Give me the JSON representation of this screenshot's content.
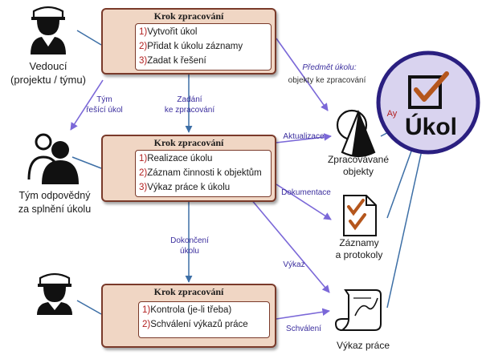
{
  "step_title": "Krok zpracování",
  "steps": [
    {
      "items": [
        {
          "num": "1)",
          "text": "Vytvořit úkol"
        },
        {
          "num": "2)",
          "text": "Přidat k úkolu záznamy"
        },
        {
          "num": "3)",
          "text": "Zadat k řešení"
        }
      ]
    },
    {
      "items": [
        {
          "num": "1)",
          "text": "Realizace úkolu"
        },
        {
          "num": "2)",
          "text": "Záznam činnosti k objektům"
        },
        {
          "num": "3)",
          "text": "Výkaz práce k úkolu"
        }
      ]
    },
    {
      "items": [
        {
          "num": "1)",
          "text": "Kontrola (je-li třeba)"
        },
        {
          "num": "2)",
          "text": "Schválení výkazů práce"
        }
      ]
    }
  ],
  "actors": {
    "manager": "Vedoucí\n(projektu / týmu)",
    "team": "Tým odpovědný\nza splnění úkolu"
  },
  "outputs": {
    "objects": "Zpracovávané\nobjekty",
    "records": "Záznamy\na protokoly",
    "report": "Výkaz práce"
  },
  "flows": {
    "subject_line1": "Předmět úkolu:",
    "subject_line2": "objekty ke zpracování",
    "team_solving": "Tým\nřešící úkol",
    "assigned": "Zadání\nke zpracování",
    "update": "Aktualizace",
    "documentation": "Dokumentace",
    "completed": "Dokončení\núkolu",
    "report": "Výkaz",
    "approval": "Schválení"
  },
  "task": {
    "title": "Úkol",
    "author_mark": "Ay"
  },
  "colors": {
    "step_fill": "#f0d6c4",
    "step_border": "#7a3a2a",
    "flow_arrow": "#7b68d8",
    "connector": "#3d6fa6",
    "task_circle_fill": "#d9d3ef",
    "task_circle_border": "#2a1f80",
    "check": "#b5561c"
  },
  "icons": [
    "worker-icon",
    "footprints-icon",
    "team-icon",
    "cone-sphere-icon",
    "clipboard-check-icon",
    "scroll-icon",
    "checkbox-icon"
  ]
}
